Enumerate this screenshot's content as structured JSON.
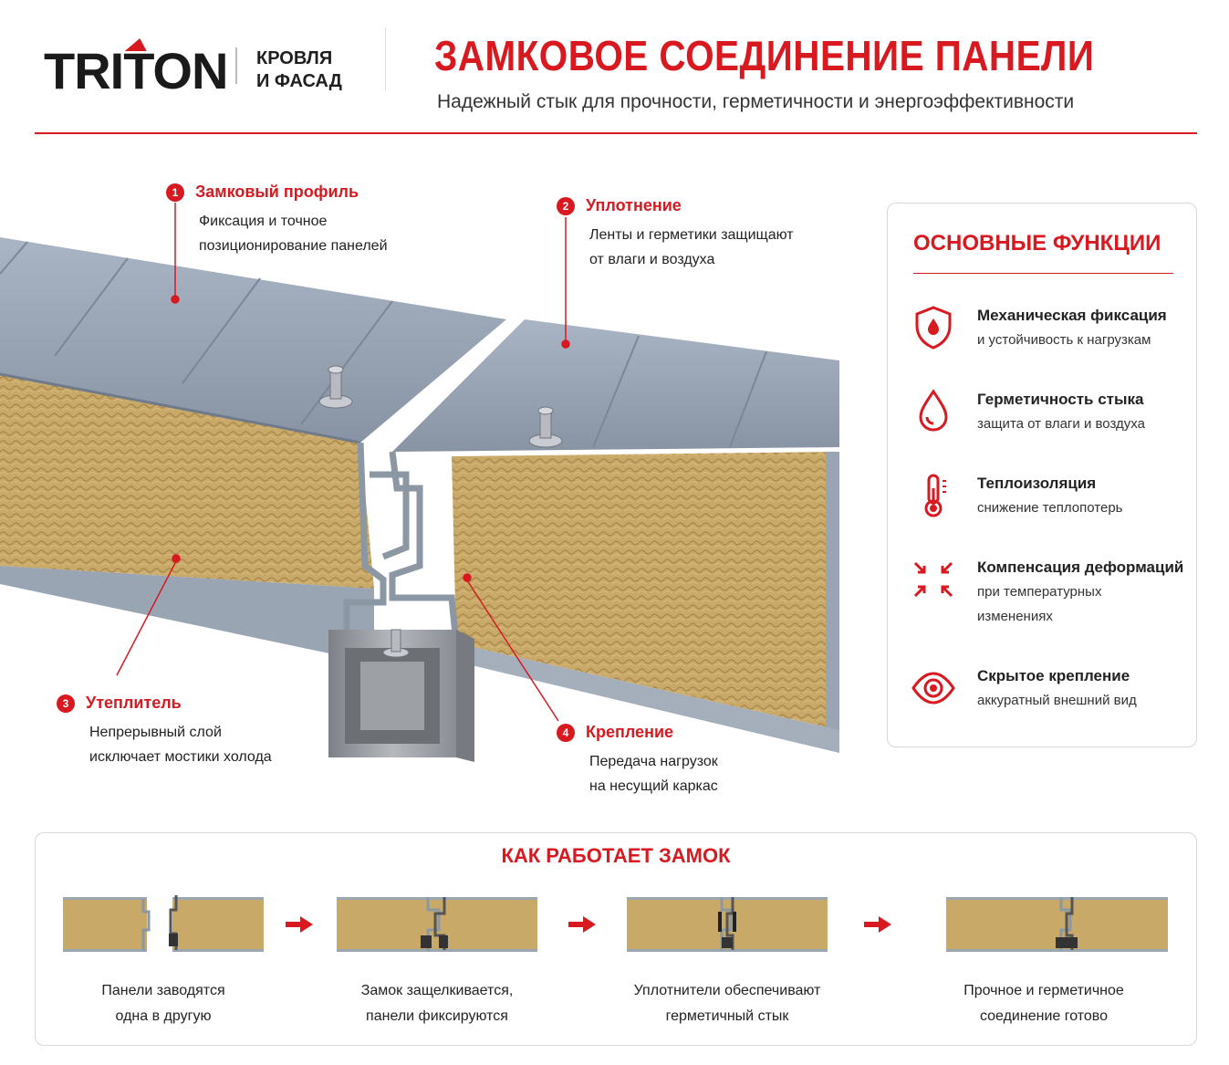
{
  "header": {
    "logo_text": "TRITON",
    "tagline_line1": "КРОВЛЯ",
    "tagline_line2": "И ФАСАД",
    "title": "ЗАМКОВОЕ СОЕДИНЕНИЕ ПАНЕЛИ",
    "subtitle": "Надежный стык для прочности, герметичности и энергоэффективности"
  },
  "colors": {
    "accent": "#d81920",
    "metal": "#9aa7b6",
    "insulation": "#c7a765",
    "frame": "#8f9398"
  },
  "callouts": [
    {
      "num": "1",
      "title": "Замковый профиль",
      "desc": [
        "Фиксация и точное",
        "позиционирование панелей"
      ]
    },
    {
      "num": "2",
      "title": "Уплотнение",
      "desc": [
        "Ленты и герметики защищают",
        "от влаги и воздуха"
      ]
    },
    {
      "num": "3",
      "title": "Утеплитель",
      "desc": [
        "Непрерывный слой",
        "исключает мостики холода"
      ]
    },
    {
      "num": "4",
      "title": "Крепление",
      "desc": [
        "Передача нагрузок",
        "на несущий каркас"
      ]
    }
  ],
  "functions": {
    "title": "ОСНОВНЫЕ ФУНКЦИИ",
    "items": [
      {
        "icon": "shield-drop-icon",
        "name": "Механическая фиксация",
        "desc": [
          "и устойчивость к нагрузкам"
        ]
      },
      {
        "icon": "water-drop-icon",
        "name": "Герметичность стыка",
        "desc": [
          "защита от влаги и воздуха"
        ]
      },
      {
        "icon": "thermometer-icon",
        "name": "Теплоизоляция",
        "desc": [
          "снижение теплопотерь"
        ]
      },
      {
        "icon": "compensation-arrows-icon",
        "name": "Компенсация деформаций",
        "desc": [
          "при температурных",
          "изменениях"
        ]
      },
      {
        "icon": "eye-icon",
        "name": "Скрытое крепление",
        "desc": [
          "аккуратный внешний вид"
        ]
      }
    ]
  },
  "how": {
    "title": "КАК РАБОТАЕТ ЗАМОК",
    "steps": [
      {
        "caption": [
          "Панели заводятся",
          "одна в другую"
        ]
      },
      {
        "caption": [
          "Замок защелкивается,",
          "панели фиксируются"
        ]
      },
      {
        "caption": [
          "Уплотнители обеспечивают",
          "герметичный стык"
        ]
      },
      {
        "caption": [
          "Прочное и герметичное",
          "соединение готово"
        ]
      }
    ]
  }
}
